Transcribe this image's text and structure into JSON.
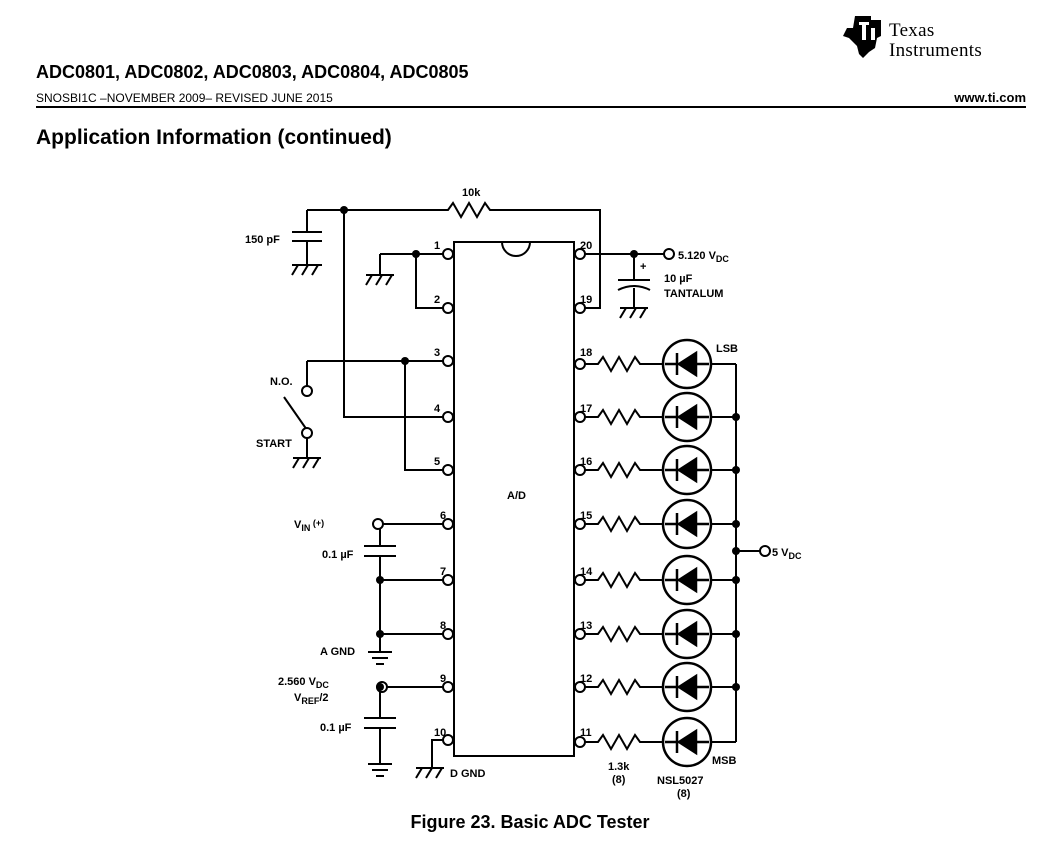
{
  "header": {
    "logo_line1": "Texas",
    "logo_line2": "Instruments",
    "part_numbers": "ADC0801, ADC0802, ADC0803, ADC0804, ADC0805",
    "doc_line": "SNOSBI1C –NOVEMBER 2009– REVISED JUNE 2015",
    "url": "www.ti.com"
  },
  "section_title": "Application Information (continued)",
  "figure": {
    "caption": "Figure 23.  Basic ADC Tester",
    "labels": {
      "r_10k": "10k",
      "c_150pf": "150 pF",
      "v_5120": "5.120 V",
      "v_5120_sub": "DC",
      "c_10uf": "10 µF",
      "tantalum": "TANTALUM",
      "no": "N.O.",
      "start": "START",
      "vin": "V",
      "vin_sub": "IN",
      "vin_plus": " (+)",
      "c_01uf_a": "0.1 µF",
      "agnd": "A GND",
      "vref_val": "2.560 V",
      "vref_val_sub": "DC",
      "vref": "V",
      "vref_sub": "REF",
      "vref_div": "/2",
      "c_01uf_b": "0.1 µF",
      "dgnd": "D GND",
      "chip": "A/D",
      "v5": "5 V",
      "v5_sub": "DC",
      "lsb": "LSB",
      "msb": "MSB",
      "r_13k": "1.3k",
      "r_count": "(8)",
      "led_part": "NSL5027",
      "led_count": "(8)"
    },
    "left_pins": [
      "1",
      "2",
      "3",
      "4",
      "5",
      "6",
      "7",
      "8",
      "9",
      "10"
    ],
    "right_pins": [
      "20",
      "19",
      "18",
      "17",
      "16",
      "15",
      "14",
      "13",
      "12",
      "11"
    ]
  }
}
